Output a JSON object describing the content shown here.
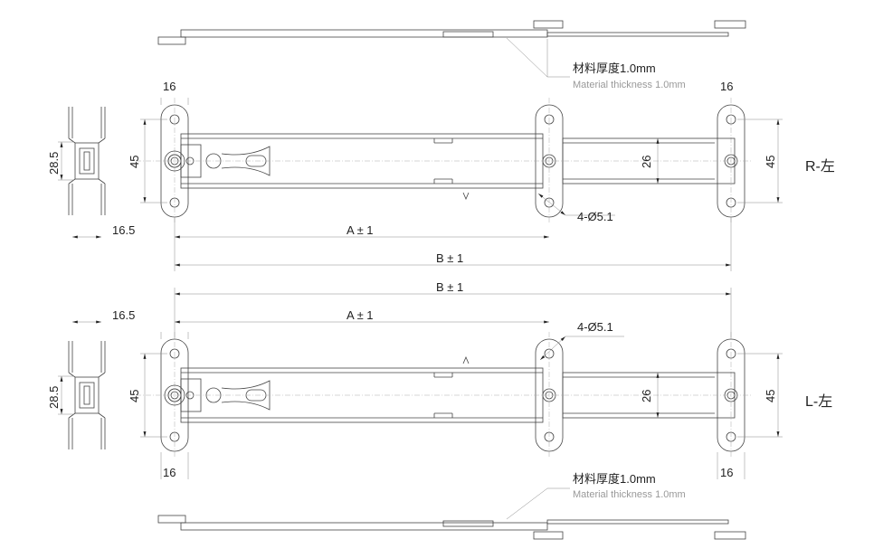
{
  "drawing": {
    "material_cn": "材料厚度1.0mm",
    "material_en": "Material thickness 1.0mm",
    "right_view": {
      "label": "R-左",
      "dim_width_left": "16",
      "dim_width_right": "16",
      "dim_height_left": "45",
      "dim_height_right": "45",
      "dim_inner": "26",
      "dim_end_height": "28.5",
      "dim_end_offset": "16.5",
      "dim_a": "A ± 1",
      "dim_b": "B ± 1",
      "holes": "4-Ø5.1"
    },
    "left_view": {
      "label": "L-左",
      "dim_width_left": "16",
      "dim_width_right": "16",
      "dim_height_left": "45",
      "dim_height_right": "45",
      "dim_inner": "26",
      "dim_end_height": "28.5",
      "dim_end_offset": "16.5",
      "dim_a": "A ± 1",
      "dim_b": "B ± 1",
      "holes": "4-Ø5.1"
    }
  }
}
